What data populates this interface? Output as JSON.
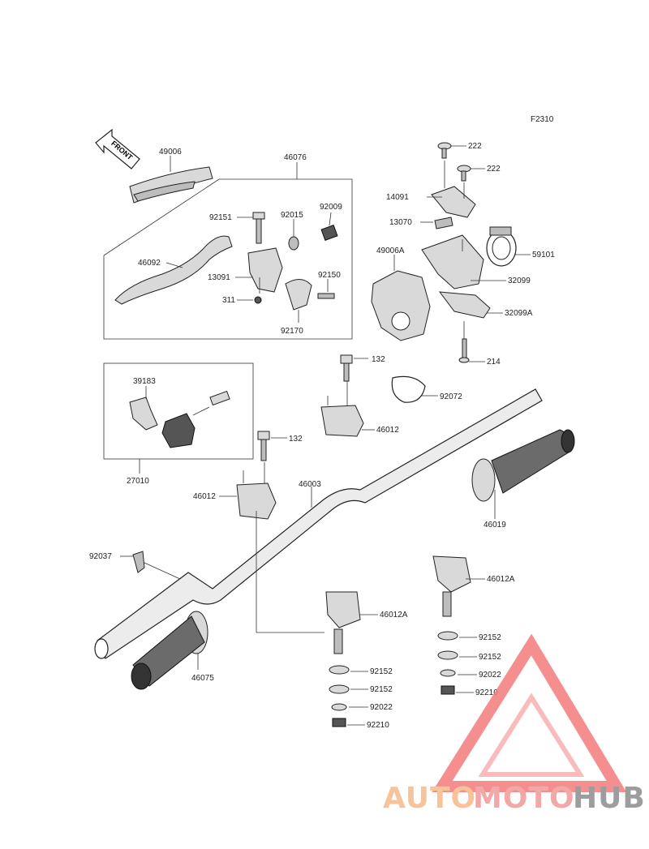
{
  "figure_code": "F2310",
  "front_label": "FRONT",
  "labels": {
    "l222a": "222",
    "l222b": "222",
    "l14091": "14091",
    "l13070": "13070",
    "l59101": "59101",
    "l49006A": "49006A",
    "l32099": "32099",
    "l32099A": "32099A",
    "l214": "214",
    "l49006": "49006",
    "l46076": "46076",
    "l92151": "92151",
    "l92015": "92015",
    "l92009": "92009",
    "l46092": "46092",
    "l13091": "13091",
    "l92150": "92150",
    "l311": "311",
    "l92170": "92170",
    "l132a": "132",
    "l39183": "39183",
    "l92072": "92072",
    "l46012a": "46012",
    "l132b": "132",
    "l27010": "27010",
    "l46012b": "46012",
    "l46003": "46003",
    "l46019": "46019",
    "l92037": "92037",
    "l46012A_r": "46012A",
    "l46012A_l": "46012A",
    "l92152_r1": "92152",
    "l92152_r2": "92152",
    "l92022_r": "92022",
    "l92210_r": "92210",
    "l46075": "46075",
    "l92152_l1": "92152",
    "l92152_l2": "92152",
    "l92022_l": "92022",
    "l92210_l": "92210"
  },
  "watermark": {
    "part1": "AUTO",
    "part2": "MOTO",
    "part3": "HUB",
    "color1": "#f5b98a",
    "color2": "#f29a9a",
    "color3": "#8c8c8c",
    "triangle_color": "#f47c7c"
  }
}
